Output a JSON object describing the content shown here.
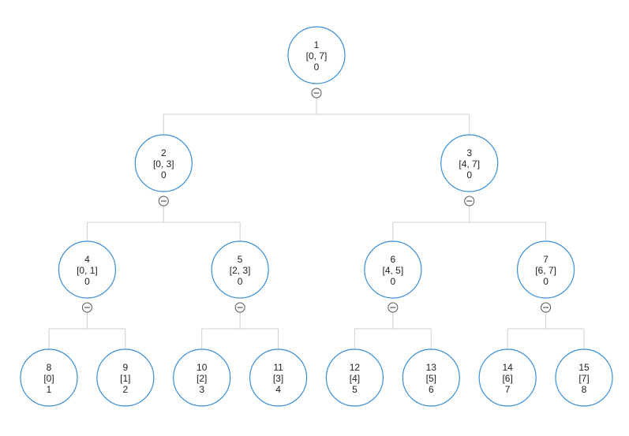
{
  "colors": {
    "node_border": "#3a8fd6",
    "node_fill": "#ffffff",
    "edge": "#cfcfcf",
    "toggle_border": "#555555",
    "text": "#222222"
  },
  "toggle_icon": "collapse-minus-icon",
  "tree": {
    "id": "1",
    "range": "[0, 7]",
    "value": "0",
    "children": [
      {
        "id": "2",
        "range": "[0, 3]",
        "value": "0",
        "children": [
          {
            "id": "4",
            "range": "[0, 1]",
            "value": "0",
            "children": [
              {
                "id": "8",
                "range": "[0]",
                "value": "1",
                "children": []
              },
              {
                "id": "9",
                "range": "[1]",
                "value": "2",
                "children": []
              }
            ]
          },
          {
            "id": "5",
            "range": "[2, 3]",
            "value": "0",
            "children": [
              {
                "id": "10",
                "range": "[2]",
                "value": "3",
                "children": []
              },
              {
                "id": "11",
                "range": "[3]",
                "value": "4",
                "children": []
              }
            ]
          }
        ]
      },
      {
        "id": "3",
        "range": "[4, 7]",
        "value": "0",
        "children": [
          {
            "id": "6",
            "range": "[4, 5]",
            "value": "0",
            "children": [
              {
                "id": "12",
                "range": "[4]",
                "value": "5",
                "children": []
              },
              {
                "id": "13",
                "range": "[5]",
                "value": "6",
                "children": []
              }
            ]
          },
          {
            "id": "7",
            "range": "[6, 7]",
            "value": "0",
            "children": [
              {
                "id": "14",
                "range": "[6]",
                "value": "7",
                "children": []
              },
              {
                "id": "15",
                "range": "[7]",
                "value": "8",
                "children": []
              }
            ]
          }
        ]
      }
    ]
  }
}
